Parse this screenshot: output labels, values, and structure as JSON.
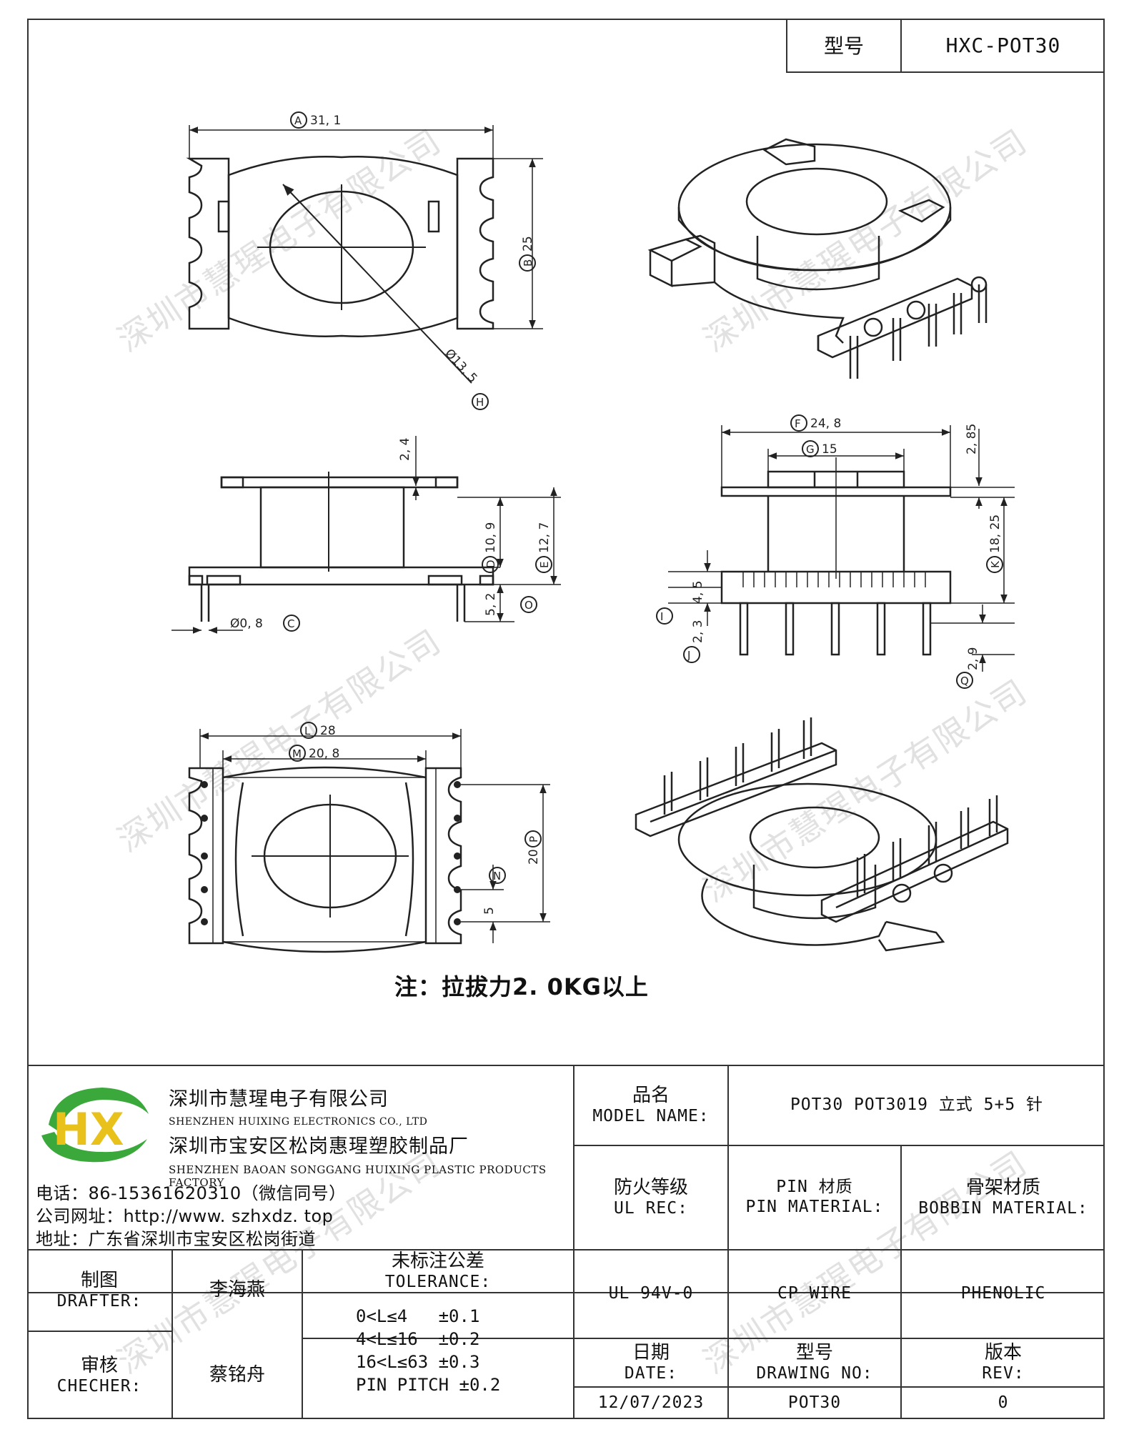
{
  "title_box": {
    "label": "型号",
    "value": "HXC-POT30"
  },
  "dims": {
    "A": "31, 1",
    "B": "25",
    "H": "Ø13, 5",
    "v2_4": "2, 4",
    "D": "10, 9",
    "E": "12, 7",
    "O": "5, 2",
    "C": "Ø0, 8",
    "F": "24, 8",
    "G": "15",
    "v2_85": "2, 85",
    "K": "18, 25",
    "I": "4, 5",
    "J": "2, 3",
    "Q": "2, 9",
    "L": "28",
    "M": "20, 8",
    "P": "20",
    "N": "5"
  },
  "note": "注：拉拔力2. 0KG以上",
  "company": {
    "logo_text": "HX",
    "name_cn": "深圳市慧瑆电子有限公司",
    "name_en": "SHENZHEN HUIXING ELECTRONICS CO., LTD",
    "factory_cn": "深圳市宝安区松岗惠瑆塑胶制品厂",
    "factory_en": "SHENZHEN BAOAN SONGGANG HUIXING PLASTIC PRODUCTS FACTORY",
    "phone": "电话：86-15361620310（微信同号）",
    "website": "公司网址：http://www. szhxdz. top",
    "address": "地址：广东省深圳市宝安区松岗街道"
  },
  "model_name": {
    "label_cn": "品名",
    "label_en": "MODEL NAME:",
    "value": "POT30 POT3019 立式 5+5 针"
  },
  "ul_rec": {
    "label_cn": "防火等级",
    "label_en": "UL REC:",
    "value": "UL 94V-0"
  },
  "pin_material": {
    "label_cn": "PIN 材质",
    "label_en": "PIN MATERIAL:",
    "value": "CP WIRE"
  },
  "bobbin_material": {
    "label_cn": "骨架材质",
    "label_en": "BOBBIN MATERIAL:",
    "value": "PHENOLIC"
  },
  "drafter": {
    "label_cn": "制图",
    "label_en": "DRAFTER:",
    "value": "李海燕"
  },
  "checker": {
    "label_cn": "审核",
    "label_en": "CHECHER:",
    "value": "蔡铭舟"
  },
  "tolerance": {
    "label_cn": "未标注公差",
    "label_en": "TOLERANCE:",
    "rows": [
      "0<L≤4   ±0.1",
      "4<L≤16  ±0.2",
      "16<L≤63 ±0.3",
      "PIN PITCH ±0.2"
    ]
  },
  "date": {
    "label_cn": "日期",
    "label_en": "DATE:",
    "value": "12/07/2023"
  },
  "drawing_no": {
    "label_cn": "型号",
    "label_en": "DRAWING NO:",
    "value": "POT30"
  },
  "rev": {
    "label_cn": "版本",
    "label_en": "REV:",
    "value": "0"
  },
  "watermark": "深圳市慧瑆电子有限公司",
  "colors": {
    "logo_green": "#3aa83a",
    "logo_yellow": "#e8c21a",
    "line": "#222222"
  }
}
